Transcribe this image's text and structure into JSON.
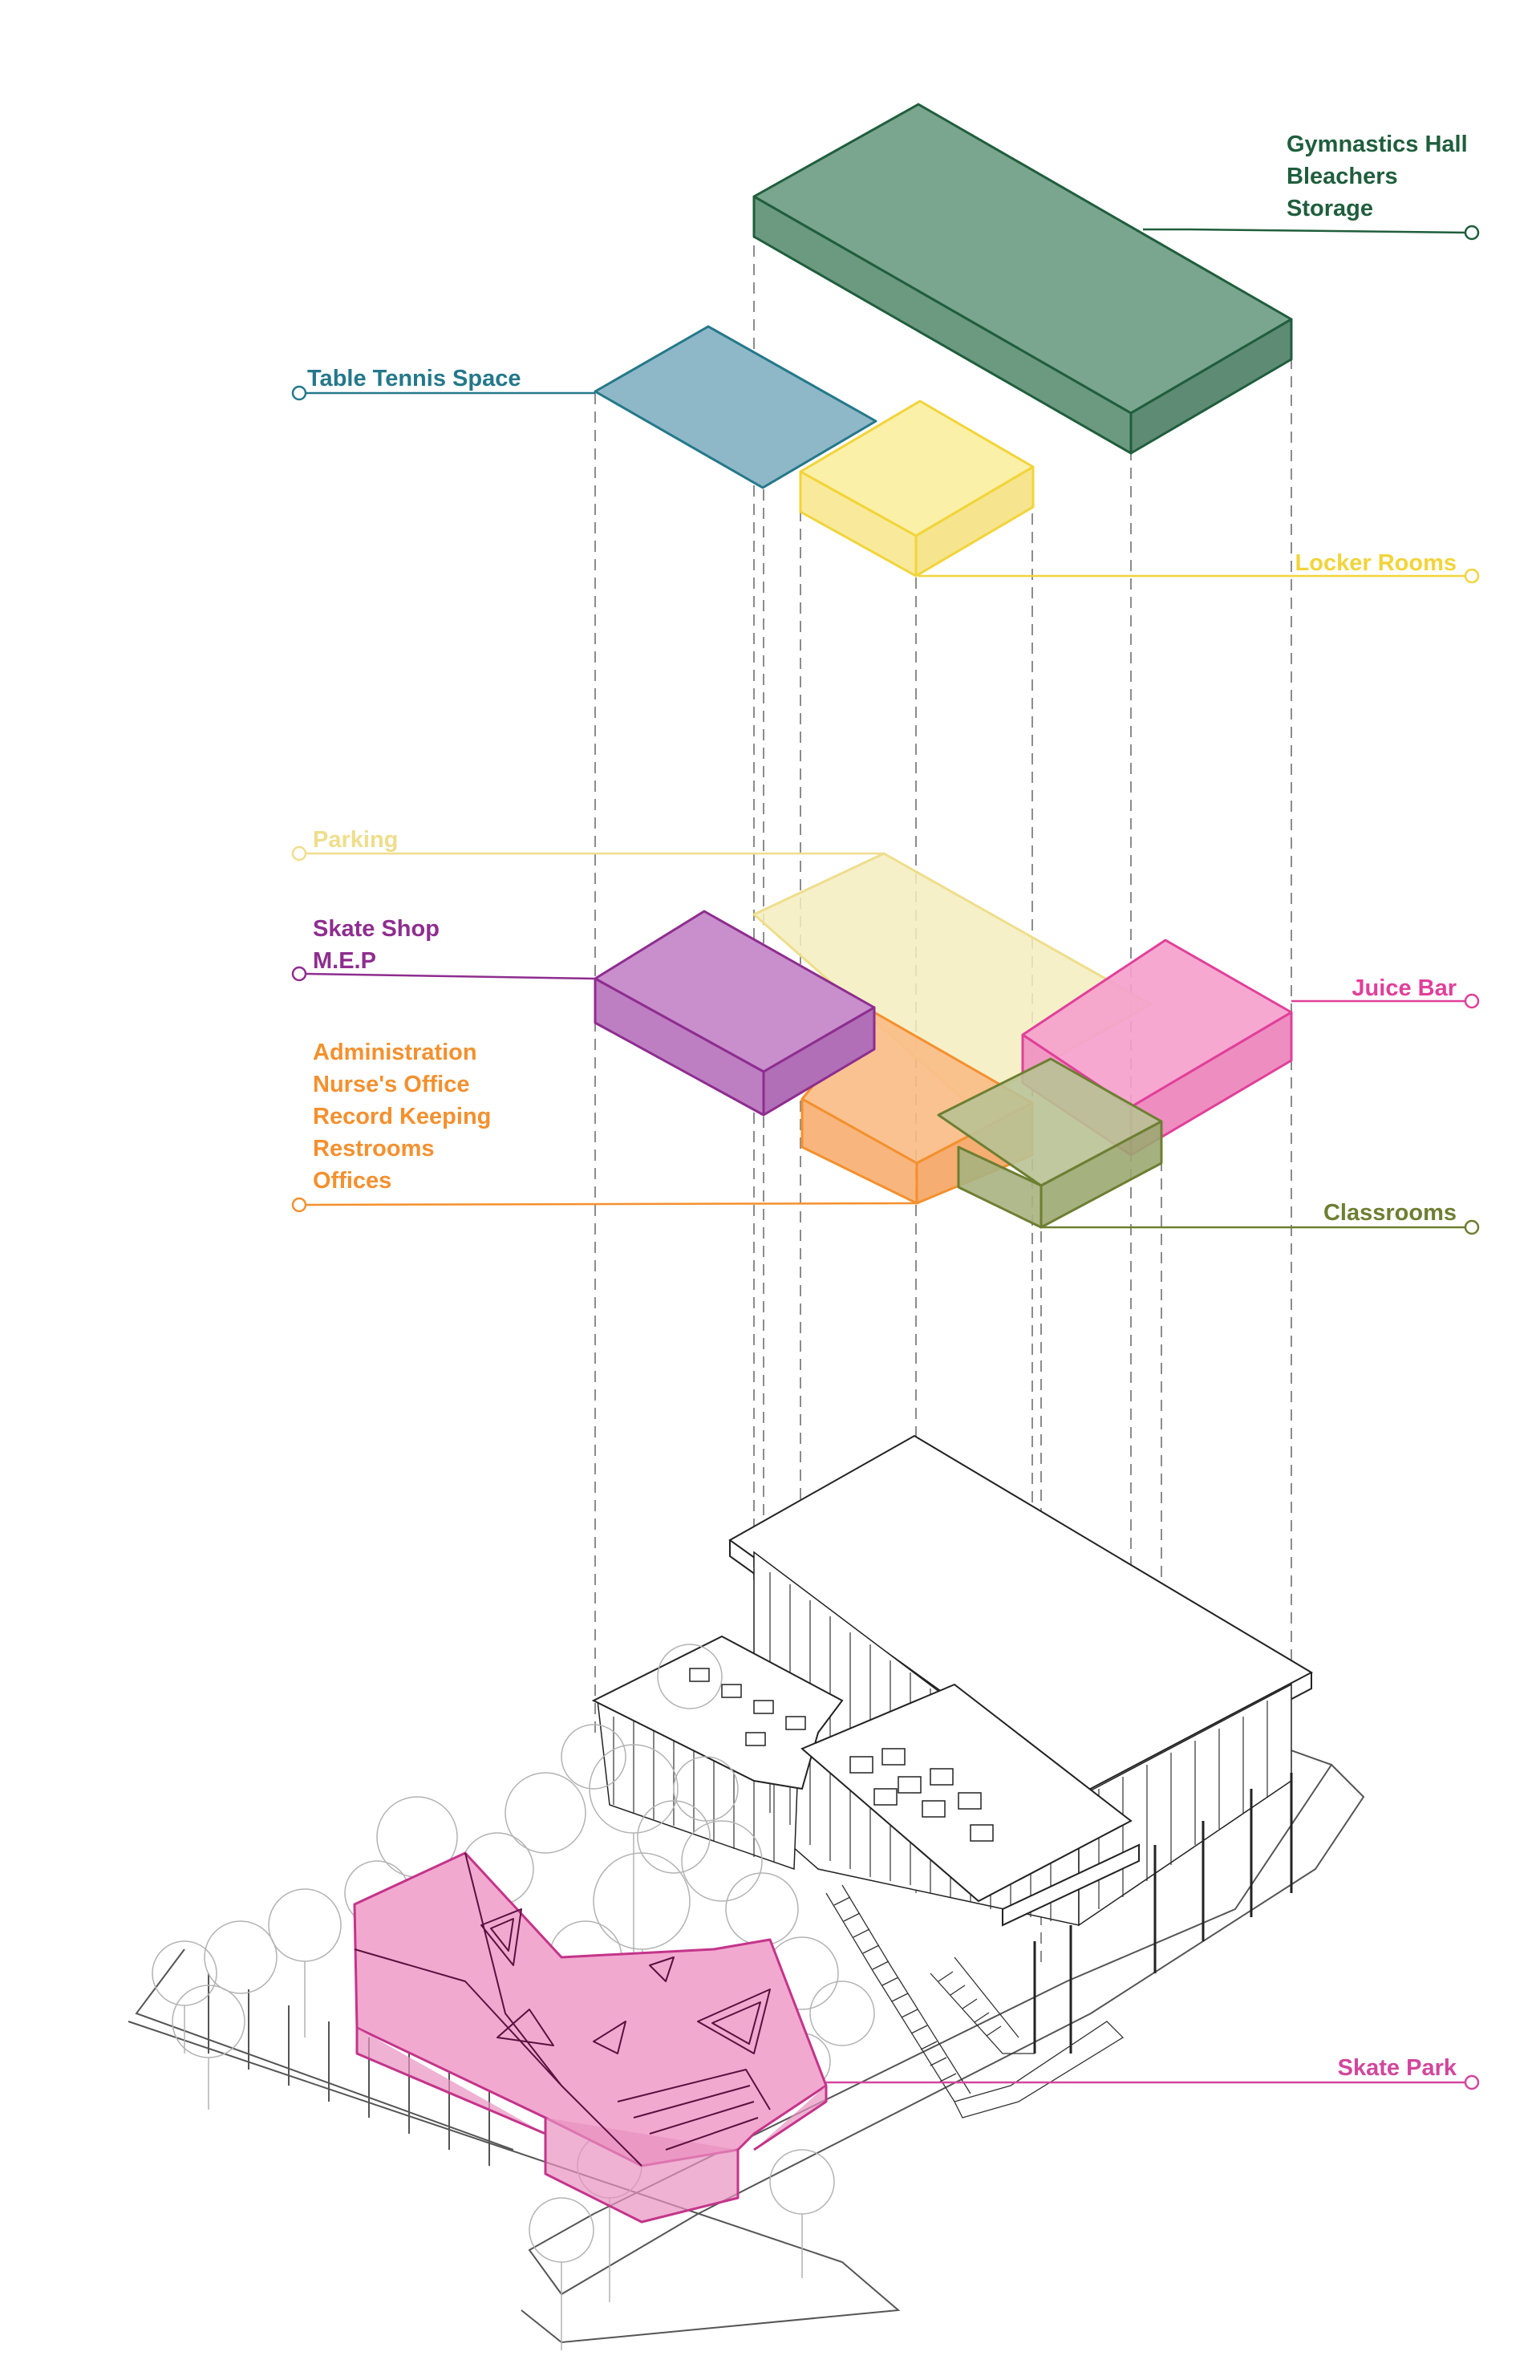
{
  "colors": {
    "gymnastics": "#1f5e3c",
    "table_tennis": "#24788a",
    "locker": "#f2d43a",
    "parking": "#eede8c",
    "skate_shop": "#8e2d8f",
    "admin": "#f4902e",
    "juice": "#e0409a",
    "classrooms": "#6d7f32",
    "skate_park": "#d1479c",
    "building_line": "#222222",
    "trees": "#b5b5b5",
    "guide": "#888888"
  },
  "labels": {
    "gymnastics": [
      "Gymnastics Hall",
      "Bleachers",
      "Storage"
    ],
    "table_tennis": "Table Tennis Space",
    "locker": "Locker Rooms",
    "parking": "Parking",
    "skate_shop": [
      "Skate Shop",
      "M.E.P"
    ],
    "admin": [
      "Administration",
      "Nurse's Office",
      "Record Keeping",
      "Restrooms",
      "Offices"
    ],
    "juice": "Juice Bar",
    "classrooms": "Classrooms",
    "skate_park": "Skate Park"
  }
}
